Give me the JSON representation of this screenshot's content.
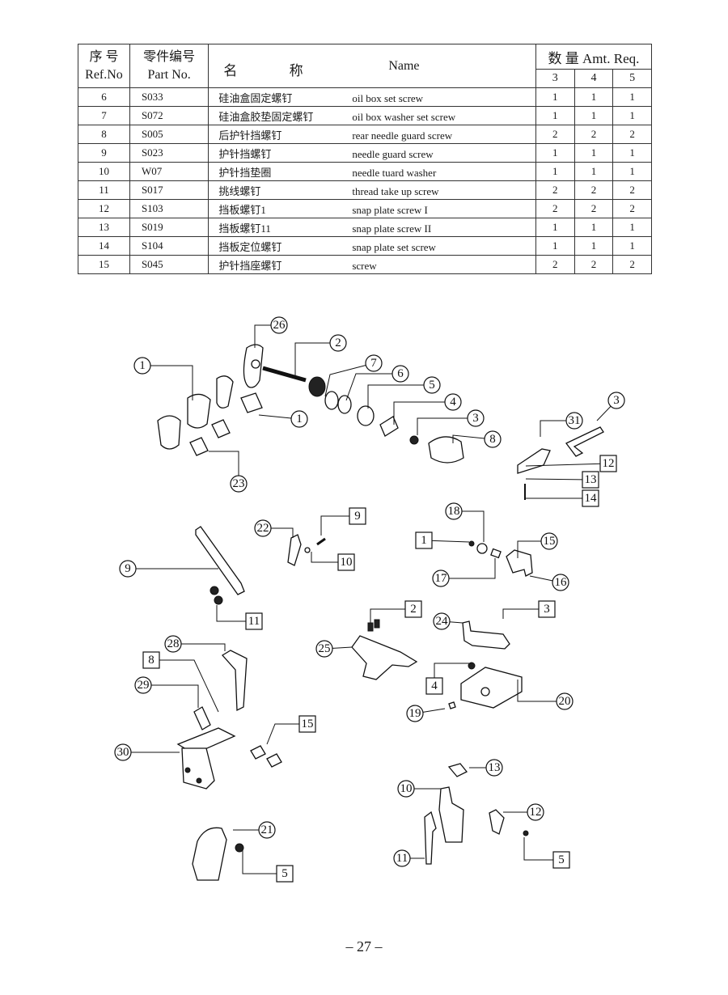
{
  "table": {
    "headers": {
      "ref_cn": "序 号",
      "ref_en": "Ref.No",
      "part_cn": "零件编号",
      "part_en": "Part No.",
      "name_cn": "名 称",
      "name_en": "Name",
      "amt": "数 量 Amt. Req.",
      "amt_cols": [
        "3",
        "4",
        "5"
      ]
    },
    "rows": [
      {
        "ref": "6",
        "part": "S033",
        "name_cn": "硅油盒固定螺钉",
        "name_en": "oil box set screw",
        "amt": [
          "1",
          "1",
          "1"
        ]
      },
      {
        "ref": "7",
        "part": "S072",
        "name_cn": "硅油盒胶垫固定螺钉",
        "name_en": "oil box washer set screw",
        "amt": [
          "1",
          "1",
          "1"
        ]
      },
      {
        "ref": "8",
        "part": "S005",
        "name_cn": "后护针挡螺钉",
        "name_en": "rear needle guard screw",
        "amt": [
          "2",
          "2",
          "2"
        ]
      },
      {
        "ref": "9",
        "part": "S023",
        "name_cn": "护针挡螺钉",
        "name_en": "needle guard screw",
        "amt": [
          "1",
          "1",
          "1"
        ]
      },
      {
        "ref": "10",
        "part": "W07",
        "name_cn": "护针挡垫圈",
        "name_en": "needle tuard washer",
        "amt": [
          "1",
          "1",
          "1"
        ]
      },
      {
        "ref": "11",
        "part": "S017",
        "name_cn": "挑线螺钉",
        "name_en": "thread take up screw",
        "amt": [
          "2",
          "2",
          "2"
        ]
      },
      {
        "ref": "12",
        "part": "S103",
        "name_cn": "挡板螺钉1",
        "name_en": "snap plate screw I",
        "amt": [
          "2",
          "2",
          "2"
        ]
      },
      {
        "ref": "13",
        "part": "S019",
        "name_cn": "挡板螺钉11",
        "name_en": "snap plate screw II",
        "amt": [
          "1",
          "1",
          "1"
        ]
      },
      {
        "ref": "14",
        "part": "S104",
        "name_cn": "挡板定位螺钉",
        "name_en": "snap plate set screw",
        "amt": [
          "1",
          "1",
          "1"
        ]
      },
      {
        "ref": "15",
        "part": "S045",
        "name_cn": "护针挡座螺钉",
        "name_en": "screw",
        "amt": [
          "2",
          "2",
          "2"
        ]
      }
    ]
  },
  "diagram": {
    "circle_callouts": [
      "26",
      "2",
      "7",
      "6",
      "5",
      "1",
      "4",
      "3",
      "8",
      "1",
      "23",
      "3",
      "31",
      "22",
      "18",
      "17",
      "15",
      "16",
      "9",
      "28",
      "29",
      "30",
      "25",
      "24",
      "19",
      "20",
      "13",
      "10",
      "12",
      "11",
      "21"
    ],
    "box_callouts": [
      "12",
      "13",
      "14",
      "9",
      "10",
      "1",
      "11",
      "2",
      "3",
      "8",
      "4",
      "15",
      "5",
      "5"
    ]
  },
  "page_number": "– 27 –"
}
